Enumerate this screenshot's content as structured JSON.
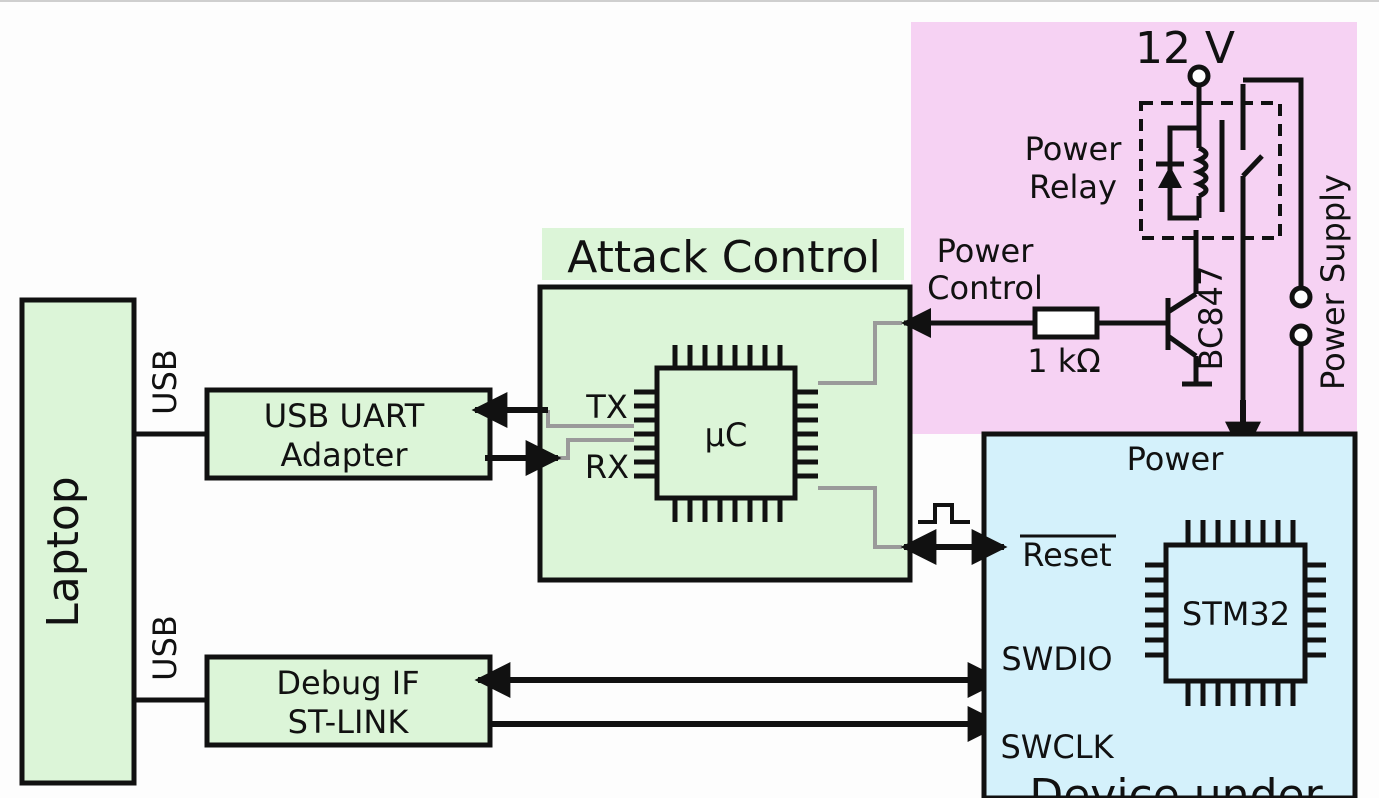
{
  "labels": {
    "laptop": "Laptop",
    "usb_top": "USB",
    "usb_bottom": "USB",
    "uart_line1": "USB UART",
    "uart_line2": "Adapter",
    "debug_line1": "Debug IF",
    "debug_line2": "ST-LINK",
    "attack_title": "Attack Control",
    "tx": "TX",
    "rx": "RX",
    "uc": "µC",
    "power_control_line1": "Power",
    "power_control_line2": "Control",
    "resistor": "1 kΩ",
    "transistor": "BC847",
    "relay_line1": "Power",
    "relay_line2": "Relay",
    "voltage": "12 V",
    "power_supply": "Power Supply",
    "dut_power": "Power",
    "dut_reset": "Reset",
    "dut_mcu": "STM32",
    "dut_swdio": "SWDIO",
    "dut_swclk": "SWCLK",
    "dut_title": "Device under"
  },
  "colors": {
    "box_green": "#dcf5d8",
    "region_pink": "#f6d2f3",
    "region_blue": "#d4f1fb",
    "wire": "#111111",
    "internal_wire": "#9a9a9a"
  }
}
